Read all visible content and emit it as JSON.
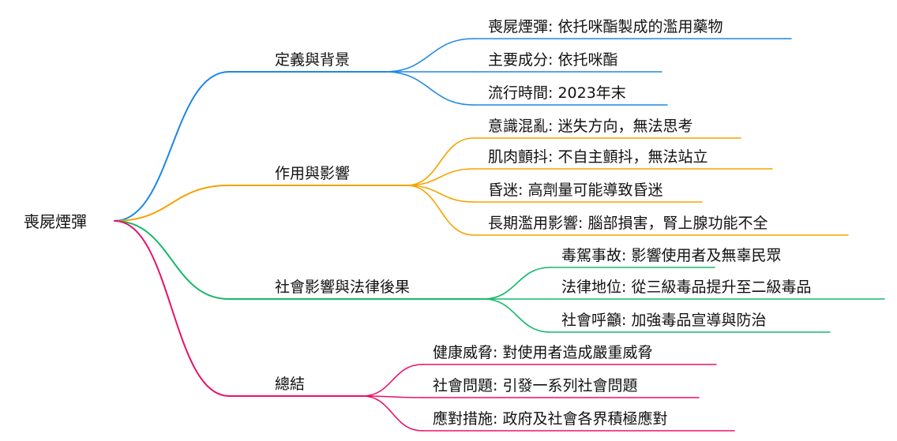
{
  "root": {
    "label": "喪屍煙彈"
  },
  "branches": [
    {
      "label": "定義與背景",
      "color": "#1e88e5",
      "children": [
        "喪屍煙彈: 依托咪酯製成的濫用藥物",
        "主要成分: 依托咪酯",
        "流行時間: 2023年末"
      ]
    },
    {
      "label": "作用與影響",
      "color": "#f5a300",
      "children": [
        "意識混亂: 迷失方向，無法思考",
        "肌肉顫抖: 不自主顫抖，無法站立",
        "昏迷: 高劑量可能導致昏迷",
        "長期濫用影響: 腦部損害，腎上腺功能不全"
      ]
    },
    {
      "label": "社會影響與法律後果",
      "color": "#19b86b",
      "children": [
        "毒駕事故: 影響使用者及無辜民眾",
        "法律地位: 從三級毒品提升至二級毒品",
        "社會呼籲: 加強毒品宣導與防治"
      ]
    },
    {
      "label": "總結",
      "color": "#e8106b",
      "children": [
        "健康威脅: 對使用者造成嚴重威脅",
        "社會問題: 引發一系列社會問題",
        "應對措施: 政府及社會各界積極應對"
      ]
    }
  ]
}
